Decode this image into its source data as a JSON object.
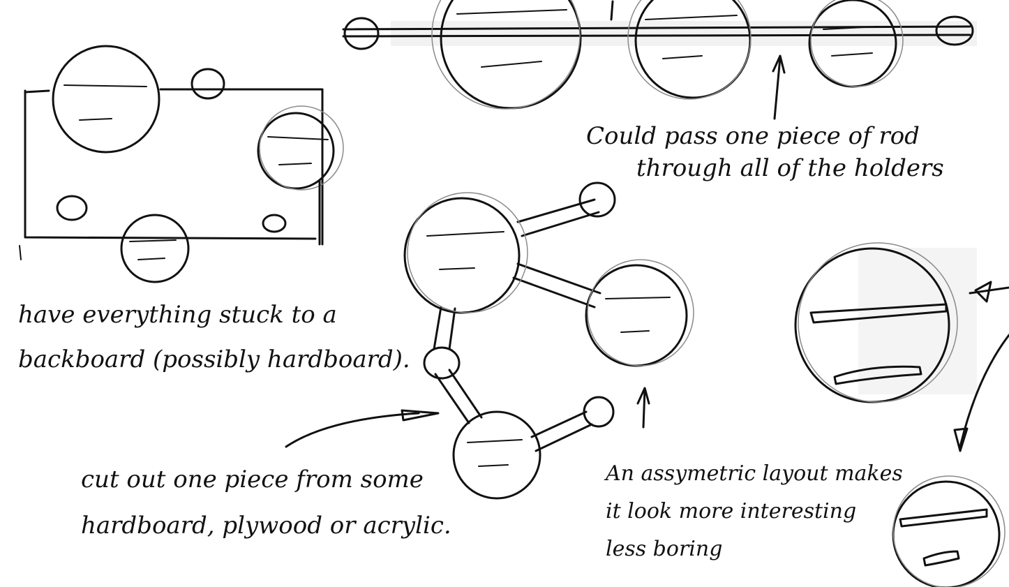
{
  "annotations": {
    "rod": {
      "line1": "Could pass one piece of rod",
      "line2": "through all of the holders"
    },
    "backboard": {
      "line1": "have everything stuck to a",
      "line2": "backboard (possibly hardboard)."
    },
    "cutout": {
      "line1": "cut out one piece from some",
      "line2": "hardboard, plywood or acrylic."
    },
    "layout": {
      "line1": "An assymetric layout makes",
      "line2": "it look more interesting",
      "line3": "less boring"
    }
  },
  "colors": {
    "ink": "#111111",
    "paper": "#ffffff",
    "shadow": "#8a8a8a"
  }
}
